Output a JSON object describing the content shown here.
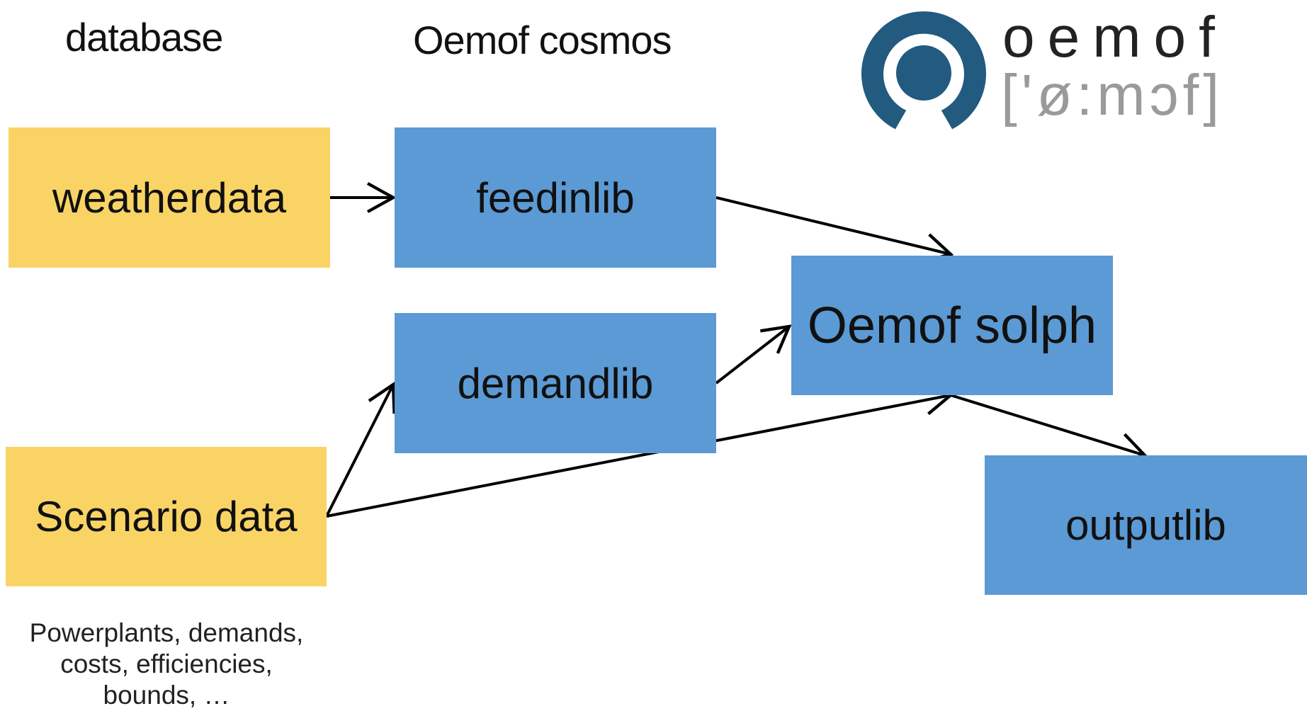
{
  "headings": {
    "database": "database",
    "cosmos": "Oemof cosmos"
  },
  "boxes": {
    "weatherdata": "weatherdata",
    "scenario": "Scenario data",
    "feedinlib": "feedinlib",
    "demandlib": "demandlib",
    "solph": "Oemof solph",
    "outputlib": "outputlib"
  },
  "note": "Powerplants, demands, costs, efficiencies, bounds, …",
  "logo": {
    "word": "oemof",
    "phonetic": "['ø:mɔf]"
  },
  "edges": [
    {
      "from": "weatherdata",
      "to": "feedinlib"
    },
    {
      "from": "feedinlib",
      "to": "solph"
    },
    {
      "from": "demandlib",
      "to": "solph"
    },
    {
      "from": "scenario",
      "to": "demandlib"
    },
    {
      "from": "scenario",
      "to": "solph"
    },
    {
      "from": "solph",
      "to": "outputlib"
    }
  ],
  "colors": {
    "database_box": "#f9d465",
    "cosmos_box": "#5b9ad4",
    "logo_ring": "#225a80",
    "phonetic_text": "#9a9a9a",
    "arrow": "#000000"
  }
}
